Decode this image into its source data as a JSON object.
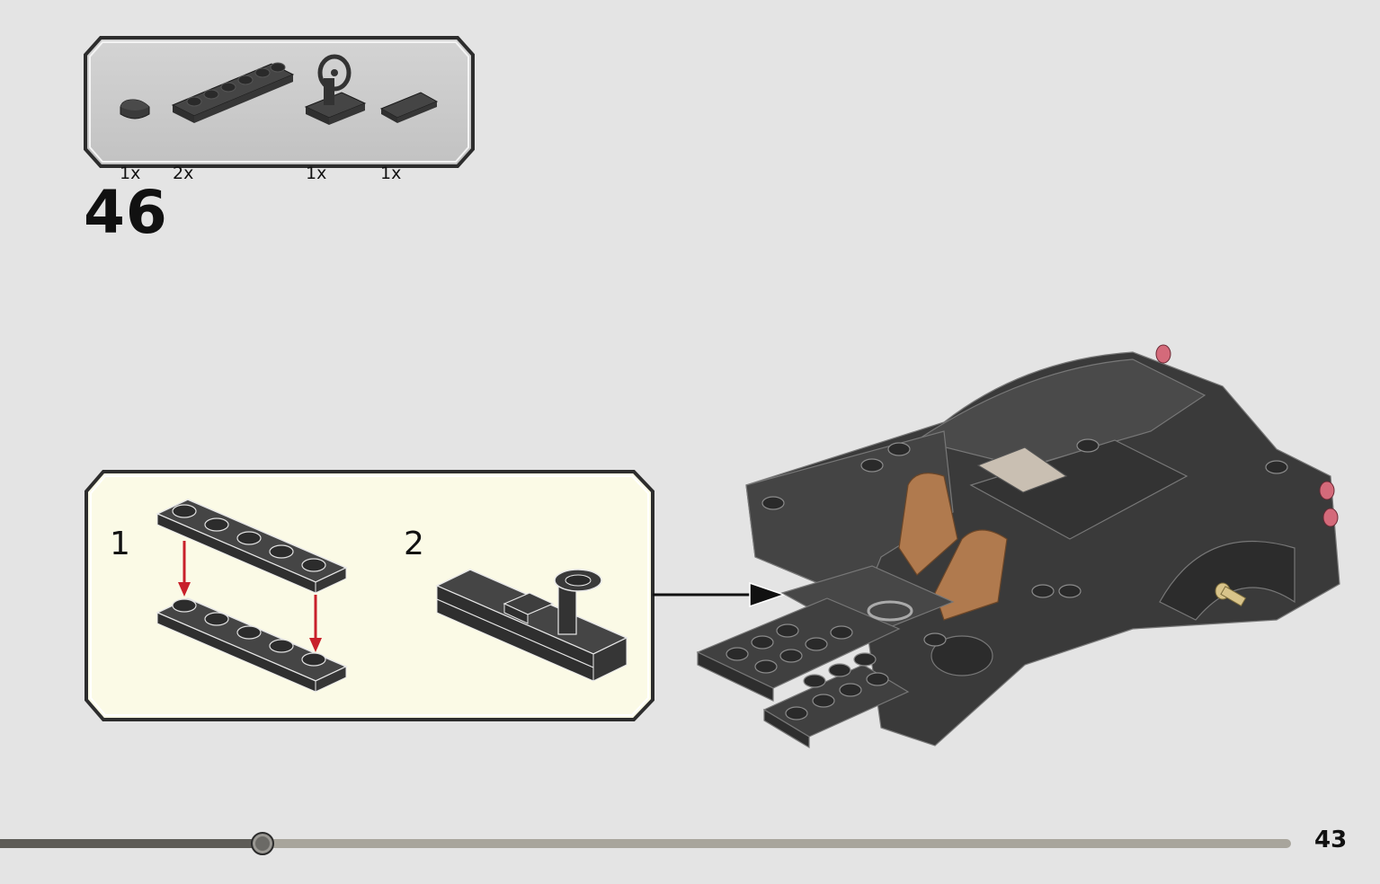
{
  "step": {
    "number": "46"
  },
  "parts": [
    {
      "name": "tile-round-1x1-quarter",
      "count": "1x",
      "color": "#3a3a3a"
    },
    {
      "name": "plate-1x6",
      "count": "2x",
      "color": "#3a3a3a"
    },
    {
      "name": "steering-wheel-stand",
      "count": "1x",
      "color": "#3a3a3a"
    },
    {
      "name": "tile-1x2",
      "count": "1x",
      "color": "#3a3a3a"
    }
  ],
  "sub_steps": [
    {
      "label": "1"
    },
    {
      "label": "2"
    }
  ],
  "progress": {
    "fraction": 0.203
  },
  "page": {
    "number": "43"
  },
  "colors": {
    "background": "#e4e4e4",
    "parts_panel": "#c9c9c9",
    "sub_panel": "#fbfae6",
    "brick_dark": "#3a3a3a",
    "arrow_red": "#c8202a",
    "seat_tan": "#b07a4e"
  }
}
